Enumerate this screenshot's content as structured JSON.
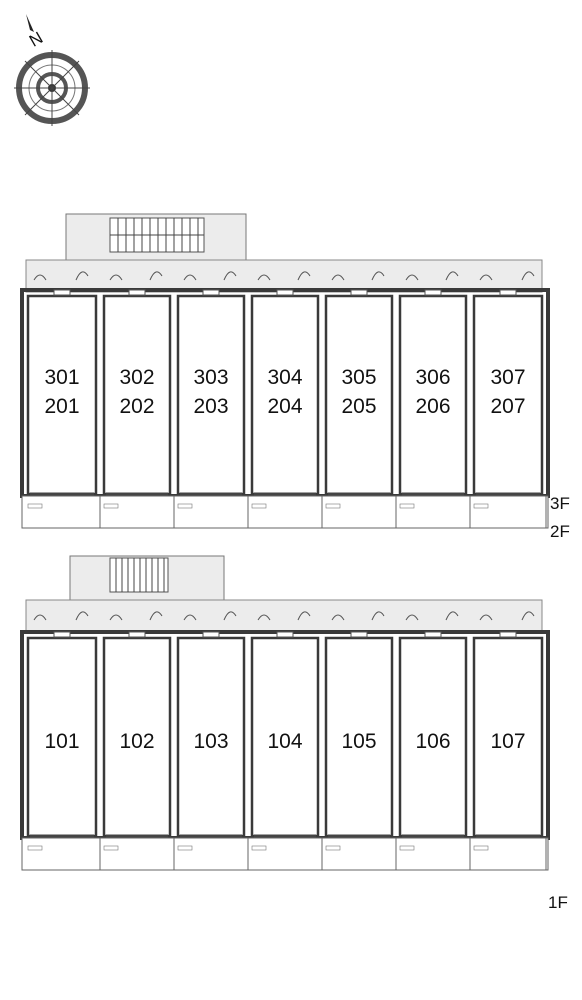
{
  "compass": {
    "label": "N",
    "icon": "compass-rose-icon"
  },
  "upper_block": {
    "rooms": [
      {
        "upper": "301",
        "lower": "201"
      },
      {
        "upper": "302",
        "lower": "202"
      },
      {
        "upper": "303",
        "lower": "203"
      },
      {
        "upper": "304",
        "lower": "204"
      },
      {
        "upper": "305",
        "lower": "205"
      },
      {
        "upper": "306",
        "lower": "206"
      },
      {
        "upper": "307",
        "lower": "207"
      }
    ],
    "floor_labels": [
      "3F",
      "2F"
    ]
  },
  "lower_block": {
    "rooms": [
      "101",
      "102",
      "103",
      "104",
      "105",
      "106",
      "107"
    ],
    "floor_label": "1F"
  },
  "colors": {
    "wall": "#3a3a3a",
    "corridor": "#e9e9e9",
    "line": "#555555"
  }
}
